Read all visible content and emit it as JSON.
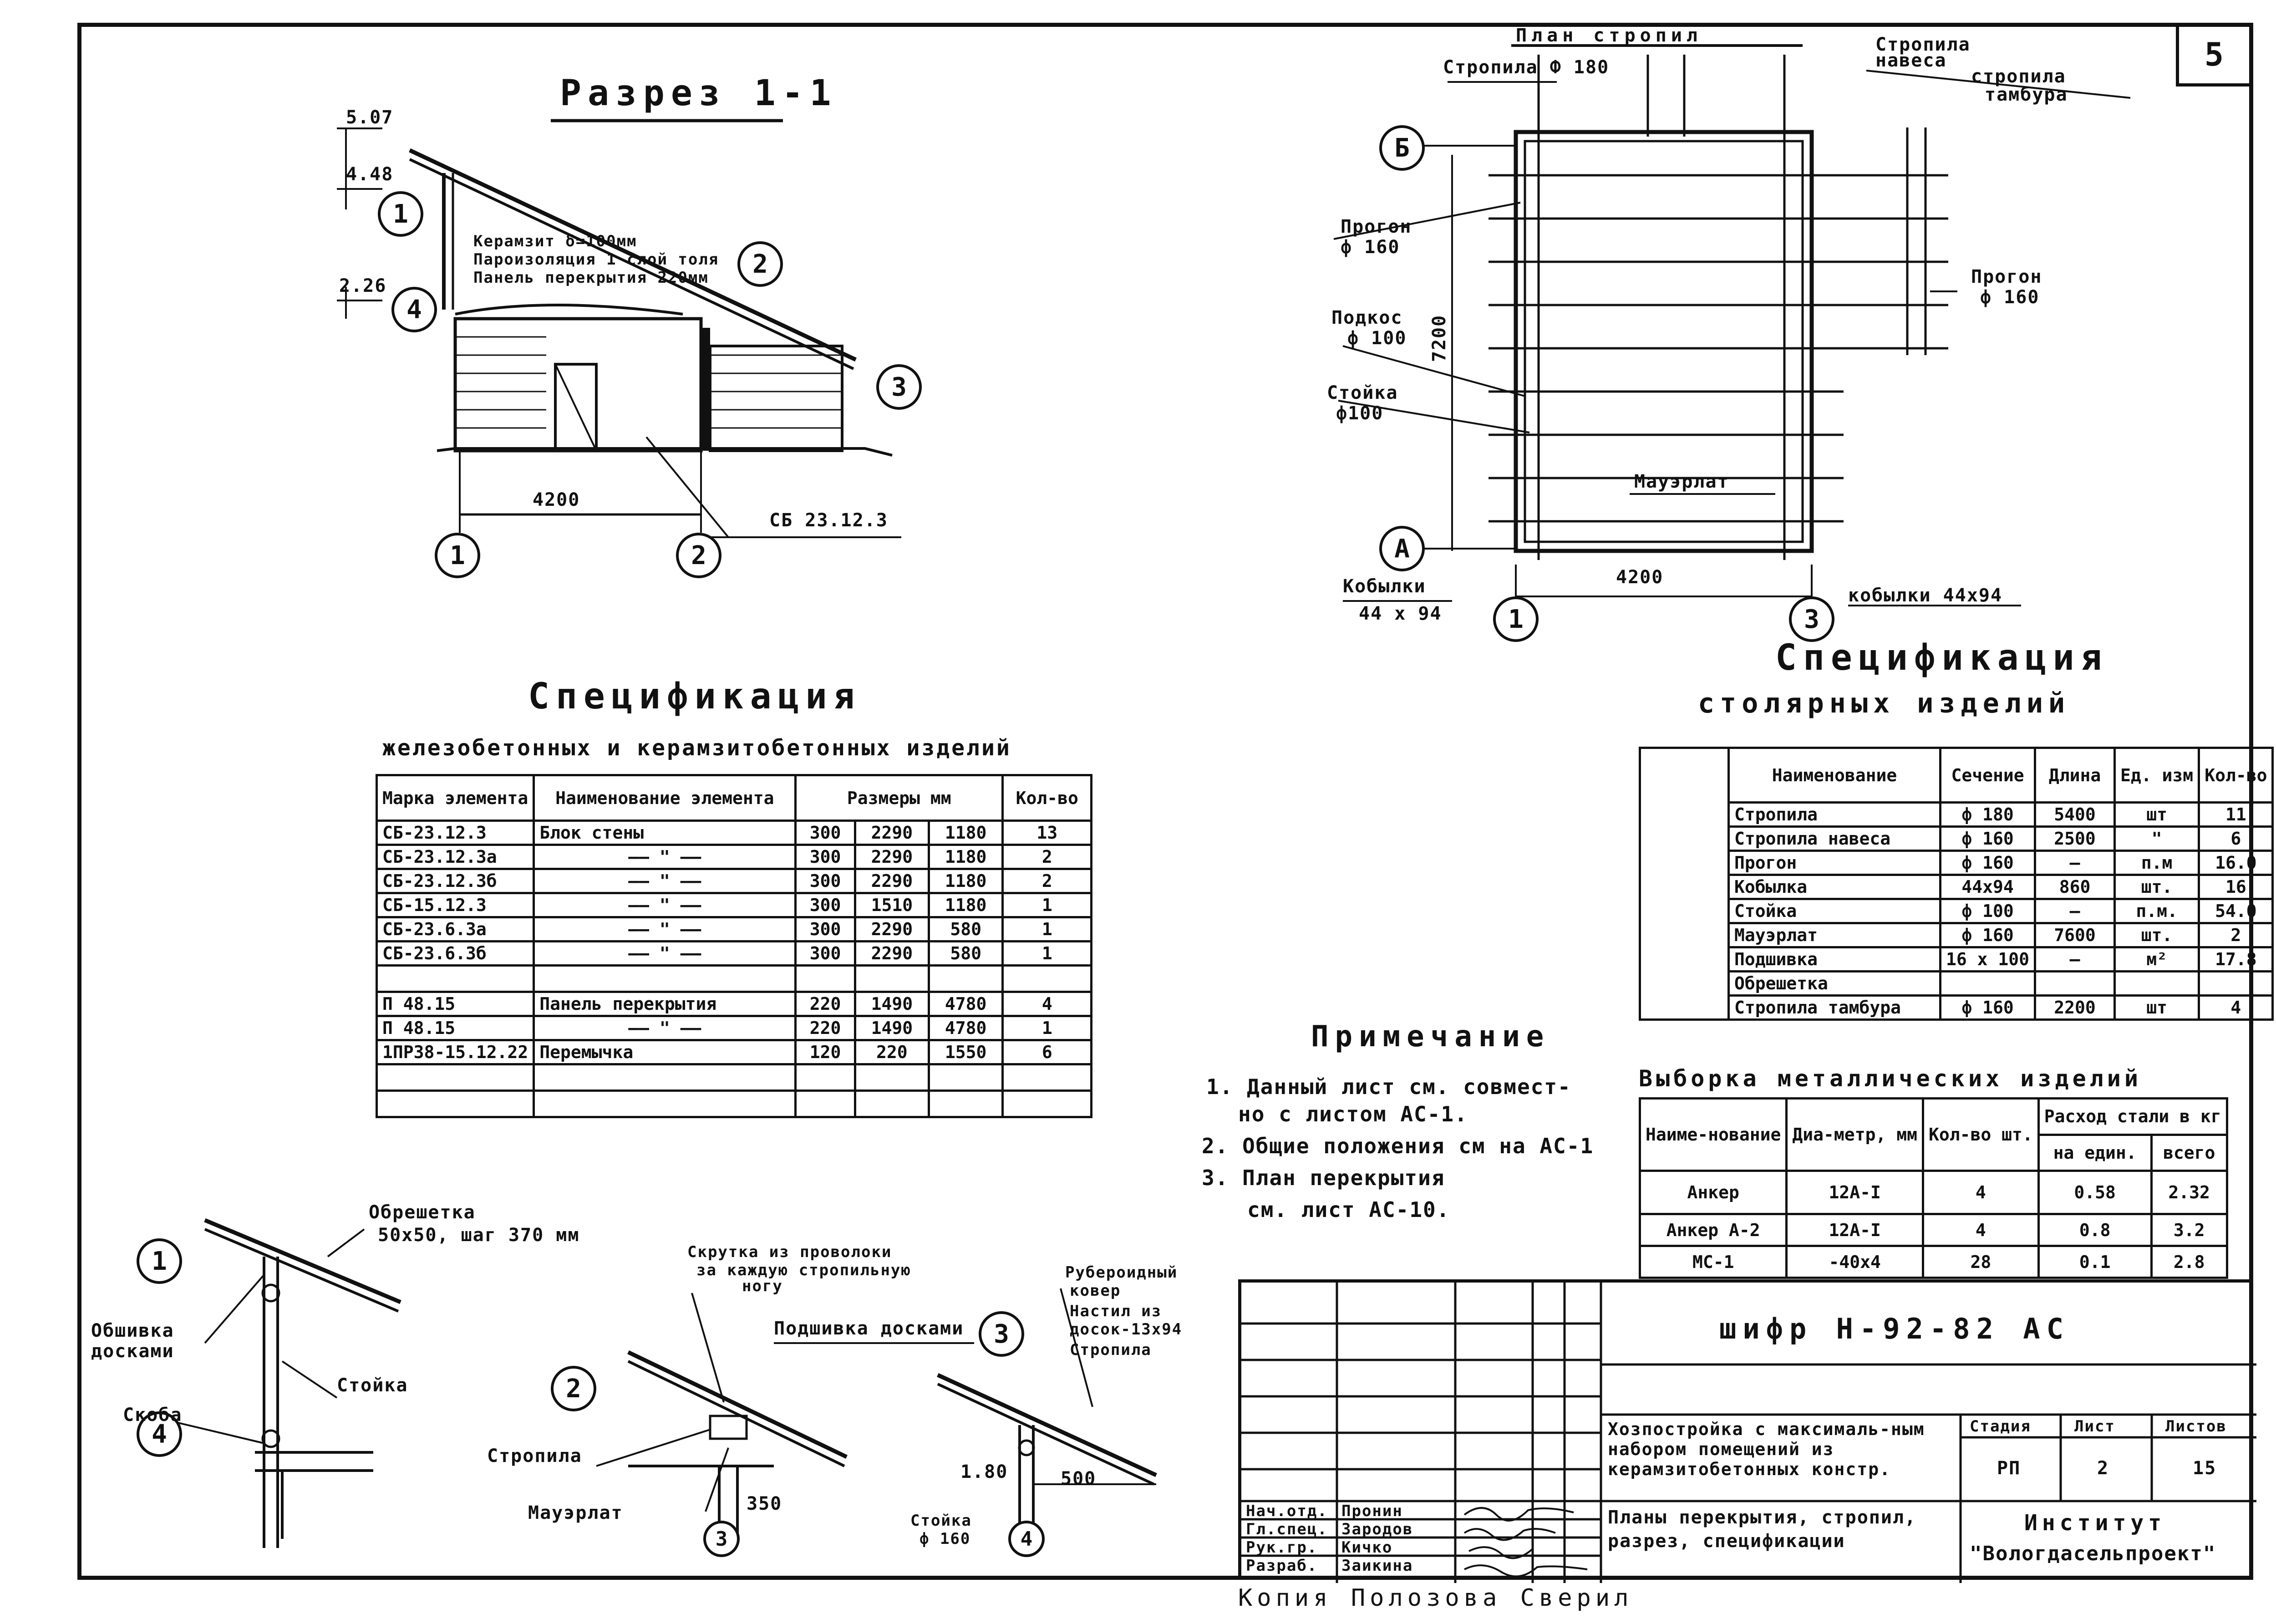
{
  "sheet": {
    "number": "5",
    "copy_note": "Копия Полозова Сверил"
  },
  "section": {
    "title": "Разрез 1-1",
    "elev_1": "5.07",
    "elev_2": "4.48",
    "elev_3": "2.26",
    "layers_1": "Керамзит δ=100мм",
    "layers_2": "Пароизоляция 1 слой толя",
    "layers_3": "Панель перекрытия 220мм",
    "dim": "4200",
    "callout": "СБ 23.12.3",
    "bubbles": [
      "1",
      "4",
      "2",
      "3",
      "1",
      "2"
    ]
  },
  "plan": {
    "title": "План стропил",
    "rafter": "Стропила Ф 180",
    "rafter_canopy_1": "Стропила",
    "rafter_canopy_2": "навеса",
    "rafter_vestibule_1": "стропила",
    "rafter_vestibule_2": "тамбура",
    "purlin_l_1": "Прогон",
    "purlin_l_2": "ф 160",
    "purlin_r_1": "Прогон",
    "purlin_r_2": "ф 160",
    "brace_1": "Подкос",
    "brace_2": "ф 100",
    "post_1": "Стойка",
    "post_2": "ф100",
    "dim_v": "7200",
    "mauerlat": "Мауэрлат",
    "dim_h": "4200",
    "trestle_1": "Кобылки",
    "trestle_2": "44 х 94",
    "trestle_r": "кобылки 44х94",
    "axis_b": "Б",
    "axis_a": "А",
    "axis_1": "1",
    "axis_3": "3"
  },
  "spec_rc": {
    "title": "Спецификация",
    "subtitle": "железобетонных и керамзитобетонных изделий",
    "headers": [
      "Марка элемента",
      "Наименование элемента",
      "Размеры мм",
      "Кол-во"
    ],
    "rows": [
      [
        "СБ-23.12.3",
        "Блок стены",
        "300",
        "2290",
        "1180",
        "13"
      ],
      [
        "СБ-23.12.3а",
        "—— \" ——",
        "300",
        "2290",
        "1180",
        "2"
      ],
      [
        "СБ-23.12.3б",
        "—— \" ——",
        "300",
        "2290",
        "1180",
        "2"
      ],
      [
        "СБ-15.12.3",
        "—— \" ——",
        "300",
        "1510",
        "1180",
        "1"
      ],
      [
        "СБ-23.6.3а",
        "—— \" ——",
        "300",
        "2290",
        "580",
        "1"
      ],
      [
        "СБ-23.6.3б",
        "—— \" ——",
        "300",
        "2290",
        "580",
        "1"
      ],
      [
        "",
        "",
        "",
        "",
        "",
        ""
      ],
      [
        "П 48.15",
        "Панель перекрытия",
        "220",
        "1490",
        "4780",
        "4"
      ],
      [
        "П 48.15",
        "—— \" ——",
        "220",
        "1490",
        "4780",
        "1"
      ],
      [
        "1ПР38-15.12.22",
        "Перемычка",
        "120",
        "220",
        "1550",
        "6"
      ],
      [
        "",
        "",
        "",
        "",
        "",
        ""
      ],
      [
        "",
        "",
        "",
        "",
        "",
        ""
      ]
    ]
  },
  "spec_carp": {
    "title": "Спецификация",
    "subtitle": "столярных изделий",
    "headers": [
      "",
      "Наименование",
      "Сечение",
      "Длина",
      "Ед. изм",
      "Кол-во"
    ],
    "rows": [
      [
        "",
        "Стропила",
        "ф 180",
        "5400",
        "шт",
        "11"
      ],
      [
        "",
        "Стропила навеса",
        "ф 160",
        "2500",
        "\"",
        "6"
      ],
      [
        "",
        "Прогон",
        "ф 160",
        "—",
        "п.м",
        "16.0"
      ],
      [
        "",
        "Кобылка",
        "44х94",
        "860",
        "шт.",
        "16"
      ],
      [
        "",
        "Стойка",
        "ф 100",
        "—",
        "п.м.",
        "54.0"
      ],
      [
        "",
        "Мауэрлат",
        "ф 160",
        "7600",
        "шт.",
        "2"
      ],
      [
        "",
        "Подшивка",
        "16 х 100",
        "—",
        "м²",
        "17.8"
      ],
      [
        "",
        "Обрешетка",
        "",
        "",
        "",
        ""
      ],
      [
        "",
        "Стропила тамбура",
        "ф 160",
        "2200",
        "шт",
        "4"
      ]
    ]
  },
  "notes": {
    "title": "Примечание",
    "lines": [
      "1. Данный лист см. совмест-",
      "но с листом АС-1.",
      "2. Общие положения см на АС-1",
      "3. План перекрытия",
      "см. лист АС-10."
    ]
  },
  "metal": {
    "title": "Выборка металлических изделий",
    "h_name": "Наиме-нование",
    "h_diam": "Диа-метр, мм",
    "h_qty": "Кол-во шт.",
    "h_cons": "Расход стали в кг",
    "h_unit": "на един.",
    "h_total": "всего",
    "rows": [
      [
        "Анкер",
        "12А-I",
        "4",
        "0.58",
        "2.32"
      ],
      [
        "Анкер А-2",
        "12А-I",
        "4",
        "0.8",
        "3.2"
      ],
      [
        "МС-1",
        "-40х4",
        "28",
        "0.1",
        "2.8"
      ]
    ]
  },
  "details": {
    "d1_lath_1": "Обрешетка",
    "d1_lath_2": "50х50, шаг 370 мм",
    "d1_sheath_1": "Обшивка",
    "d1_sheath_2": "досками",
    "d1_post": "Стойка",
    "d1_bracket": "Скоба",
    "d2_wire_1": "Скрутка из проволоки",
    "d2_wire_2": "за каждую стропильную",
    "d2_wire_3": "ногу",
    "d2_soffit": "Подшивка досками",
    "d2_rafter": "Стропила",
    "d2_mauerlat": "Мауэрлат",
    "d2_dim": "350",
    "d3_1": "Рубероидный",
    "d3_2": "ковер",
    "d3_3": "Настил из",
    "d3_4": "досок-13х94",
    "d3_5": "Стропила",
    "d3_elev": "1.80",
    "d3_dim": "500",
    "d3_post_1": "Стойка",
    "d3_post_2": "ф 160",
    "bubbles": [
      "1",
      "4",
      "2",
      "3",
      "3",
      "4"
    ]
  },
  "title_block": {
    "code": "шифр  Н-92-82  АС",
    "project": "Хозпостройка с максималь-ным набором помещений из керамзитобетонных констр.",
    "sheet_desc": "Планы перекрытия, стропил, разрез, спецификации",
    "stage_h": "Стадия",
    "sheet_h": "Лист",
    "sheets_h": "Листов",
    "stage": "РП",
    "sheet": "2",
    "sheets": "15",
    "institute_1": "Институт",
    "institute_2": "\"Вологдасельпроект\"",
    "staff": [
      [
        "Нач.отд.",
        "Пронин"
      ],
      [
        "Гл.спец.",
        "Зародов"
      ],
      [
        "Рук.гр.",
        "Кичко"
      ],
      [
        "Разраб.",
        "Заикина"
      ]
    ]
  }
}
